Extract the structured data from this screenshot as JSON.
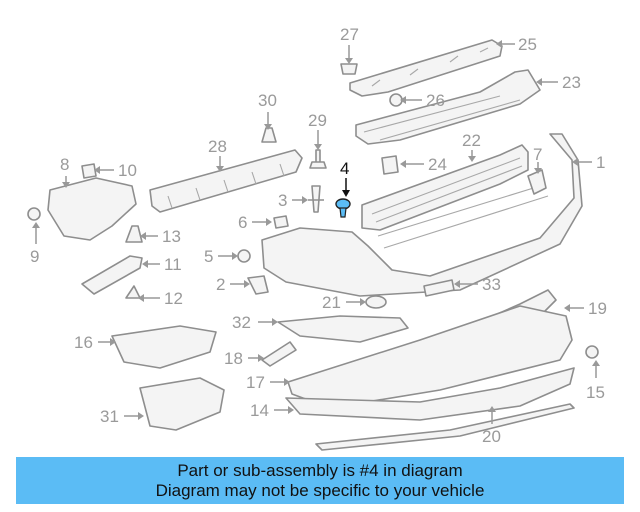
{
  "callouts": [
    "27",
    "25",
    "23",
    "30",
    "26",
    "29",
    "28",
    "22",
    "8",
    "10",
    "7",
    "1",
    "24",
    "3",
    "4",
    "9",
    "6",
    "13",
    "5",
    "11",
    "2",
    "33",
    "12",
    "21",
    "19",
    "16",
    "32",
    "18",
    "15",
    "17",
    "31",
    "14",
    "20"
  ],
  "highlight": {
    "label": "4",
    "color": "#5bbcf5"
  },
  "caption": {
    "line1": "Part or sub-assembly is #4 in diagram",
    "line2": "Diagram may not be specific to your vehicle",
    "background": "#5bbcf5"
  }
}
